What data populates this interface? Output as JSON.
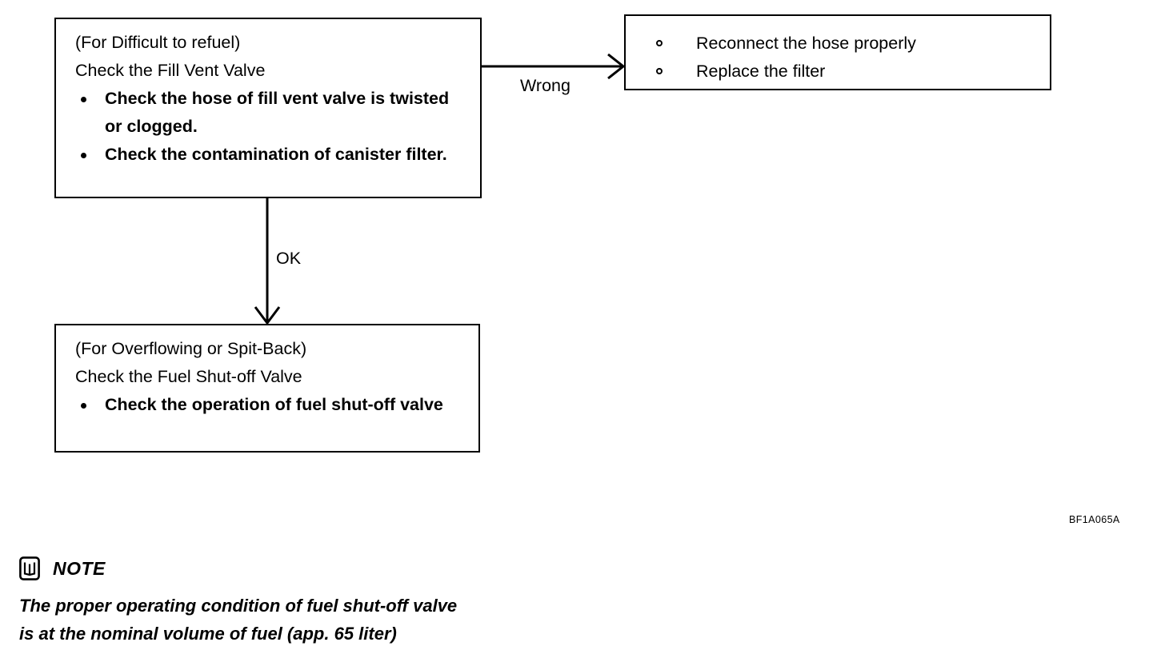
{
  "figure": {
    "code": "BF1A065A"
  },
  "boxes": {
    "fill_vent_valve": {
      "heading_condition": "(For Difficult to refuel)",
      "heading_action": "Check the Fill Vent Valve",
      "items": [
        "Check the hose of fill vent valve is twisted or clogged.",
        "Check the contamination of canister filter."
      ]
    },
    "fuel_shutoff_valve": {
      "heading_condition": "(For Overflowing or Spit-Back)",
      "heading_action": "Check the Fuel Shut-off Valve",
      "items": [
        "Check the operation of fuel shut-off valve"
      ]
    },
    "wrong_actions": {
      "items": [
        "Reconnect the hose properly",
        "Replace the filter"
      ]
    }
  },
  "edges": {
    "wrong_label": "Wrong",
    "ok_label": "OK"
  },
  "note": {
    "icon": "note-book-icon",
    "title": "NOTE",
    "lines": [
      "The proper operating condition of fuel shut-off valve",
      "is at the nominal volume of fuel (app. 65 liter)"
    ]
  }
}
